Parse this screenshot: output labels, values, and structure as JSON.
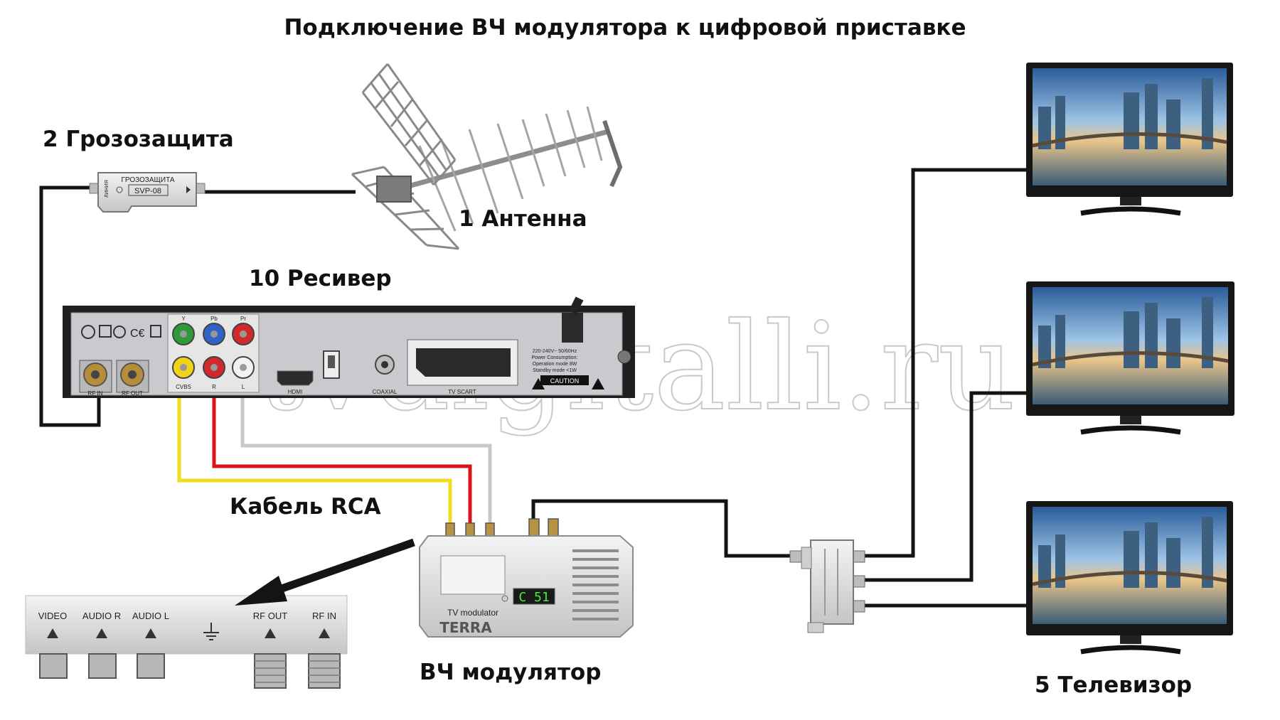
{
  "title": "Подключение ВЧ модулятора к цифровой приставке",
  "watermark": "tvdigitalli.ru",
  "labels": {
    "antenna": "1 Антенна",
    "surge": "2 Грозозащита",
    "receiver": "10 Ресивер",
    "rca_cable": "Кабель RCA",
    "modulator": "ВЧ модулятор",
    "tv": "5 Телевизор"
  },
  "surge_device": {
    "name": "ГРОЗОЗАЩИТА",
    "model": "SVP-08",
    "side": "ЛИНИЯ"
  },
  "receiver_panel": {
    "component": [
      "Y",
      "Pb",
      "Pr"
    ],
    "composite": [
      "CVBS",
      "R",
      "L"
    ],
    "rf_in": "RF IN",
    "rf_out": "RF OUT",
    "hdmi": "HDMI",
    "coaxial": "COAXIAL",
    "scart": "TV SCART",
    "power_1": "220-240V~ 50/60Hz",
    "power_2": "Power Consumption:",
    "power_3": "Operation mode 8W",
    "power_4": "Standby mode <1W",
    "caution": "CAUTION"
  },
  "modulator_device": {
    "brand": "TERRA",
    "model": "TV modulator",
    "display": "C 51"
  },
  "modulator_panel": {
    "ports": [
      "VIDEO",
      "AUDIO R",
      "AUDIO L",
      "RF OUT",
      "RF IN"
    ]
  },
  "colors": {
    "cable": "#141414",
    "rca_yellow": "#f2dc1e",
    "rca_red": "#d8141a",
    "rca_white": "#c8c8c8",
    "device_gray": "#d9dadc"
  }
}
